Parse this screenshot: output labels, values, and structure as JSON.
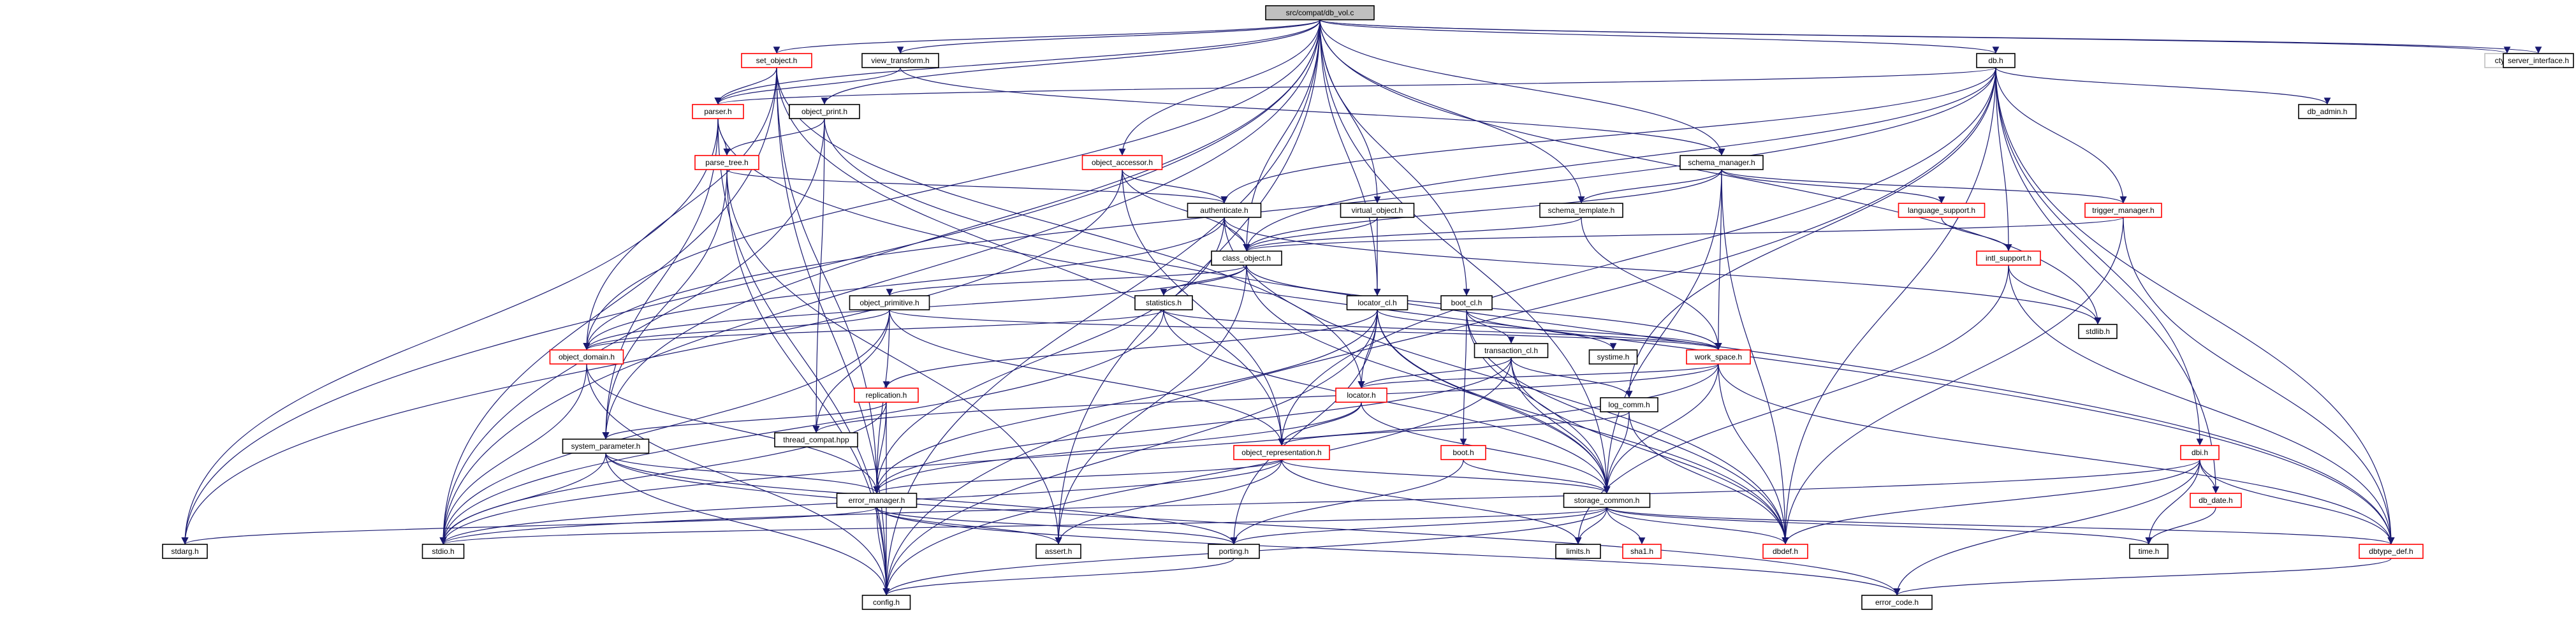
{
  "diagram": {
    "title": "src/compat/db_vol.c",
    "colors": {
      "edge": "#191970",
      "root_fill": "#bfbfbf",
      "root_stroke": "#000000",
      "node_fill": "#ffffff",
      "node_stroke_black": "#000000",
      "node_stroke_red": "#ff0000",
      "node_stroke_gray": "#bfbfbf",
      "text": "#000000"
    },
    "nodes": [
      {
        "id": "db_vol_c",
        "label": "src/compat/db_vol.c",
        "style": "root"
      },
      {
        "id": "set_object_h",
        "label": "set_object.h",
        "style": "red"
      },
      {
        "id": "view_transform_h",
        "label": "view_transform.h",
        "style": "black"
      },
      {
        "id": "db_h",
        "label": "db.h",
        "style": "black"
      },
      {
        "id": "ctype_h",
        "label": "ctype.h",
        "style": "gray"
      },
      {
        "id": "server_interface_h",
        "label": "server_interface.h",
        "style": "black"
      },
      {
        "id": "parser_h",
        "label": "parser.h",
        "style": "red"
      },
      {
        "id": "object_print_h",
        "label": "object_print.h",
        "style": "black"
      },
      {
        "id": "db_admin_h",
        "label": "db_admin.h",
        "style": "black"
      },
      {
        "id": "parse_tree_h",
        "label": "parse_tree.h",
        "style": "red"
      },
      {
        "id": "object_accessor_h",
        "label": "object_accessor.h",
        "style": "red"
      },
      {
        "id": "schema_manager_h",
        "label": "schema_manager.h",
        "style": "black"
      },
      {
        "id": "authenticate_h",
        "label": "authenticate.h",
        "style": "black"
      },
      {
        "id": "virtual_object_h",
        "label": "virtual_object.h",
        "style": "black"
      },
      {
        "id": "schema_template_h",
        "label": "schema_template.h",
        "style": "black"
      },
      {
        "id": "language_support_h",
        "label": "language_support.h",
        "style": "red"
      },
      {
        "id": "trigger_manager_h",
        "label": "trigger_manager.h",
        "style": "red"
      },
      {
        "id": "class_object_h",
        "label": "class_object.h",
        "style": "black"
      },
      {
        "id": "intl_support_h",
        "label": "intl_support.h",
        "style": "red"
      },
      {
        "id": "object_primitive_h",
        "label": "object_primitive.h",
        "style": "black"
      },
      {
        "id": "statistics_h",
        "label": "statistics.h",
        "style": "black"
      },
      {
        "id": "locator_cl_h",
        "label": "locator_cl.h",
        "style": "black"
      },
      {
        "id": "boot_cl_h",
        "label": "boot_cl.h",
        "style": "black"
      },
      {
        "id": "stdlib_h",
        "label": "stdlib.h",
        "style": "black"
      },
      {
        "id": "object_domain_h",
        "label": "object_domain.h",
        "style": "red"
      },
      {
        "id": "systime_h",
        "label": "systime.h",
        "style": "black"
      },
      {
        "id": "work_space_h",
        "label": "work_space.h",
        "style": "red"
      },
      {
        "id": "transaction_cl_h",
        "label": "transaction_cl.h",
        "style": "black"
      },
      {
        "id": "replication_h",
        "label": "replication.h",
        "style": "red"
      },
      {
        "id": "locator_h",
        "label": "locator.h",
        "style": "red"
      },
      {
        "id": "log_comm_h",
        "label": "log_comm.h",
        "style": "black"
      },
      {
        "id": "thread_compat_hpp",
        "label": "thread_compat.hpp",
        "style": "black"
      },
      {
        "id": "system_parameter_h",
        "label": "system_parameter.h",
        "style": "black"
      },
      {
        "id": "object_representation_h",
        "label": "object_representation.h",
        "style": "red"
      },
      {
        "id": "boot_h",
        "label": "boot.h",
        "style": "red"
      },
      {
        "id": "dbi_h",
        "label": "dbi.h",
        "style": "red"
      },
      {
        "id": "error_manager_h",
        "label": "error_manager.h",
        "style": "black"
      },
      {
        "id": "storage_common_h",
        "label": "storage_common.h",
        "style": "black"
      },
      {
        "id": "db_date_h",
        "label": "db_date.h",
        "style": "red"
      },
      {
        "id": "stdarg_h",
        "label": "stdarg.h",
        "style": "black"
      },
      {
        "id": "stdio_h",
        "label": "stdio.h",
        "style": "black"
      },
      {
        "id": "assert_h",
        "label": "assert.h",
        "style": "black"
      },
      {
        "id": "porting_h",
        "label": "porting.h",
        "style": "black"
      },
      {
        "id": "limits_h",
        "label": "limits.h",
        "style": "black"
      },
      {
        "id": "sha1_h",
        "label": "sha1.h",
        "style": "red"
      },
      {
        "id": "dbdef_h",
        "label": "dbdef.h",
        "style": "red"
      },
      {
        "id": "time_h",
        "label": "time.h",
        "style": "black"
      },
      {
        "id": "dbtype_def_h",
        "label": "dbtype_def.h",
        "style": "red"
      },
      {
        "id": "config_h",
        "label": "config.h",
        "style": "black"
      },
      {
        "id": "error_code_h",
        "label": "error_code.h",
        "style": "black"
      }
    ],
    "edges": [
      [
        "db_vol_c",
        "set_object_h"
      ],
      [
        "db_vol_c",
        "view_transform_h"
      ],
      [
        "db_vol_c",
        "db_h"
      ],
      [
        "db_vol_c",
        "ctype_h"
      ],
      [
        "db_vol_c",
        "server_interface_h"
      ],
      [
        "db_vol_c",
        "parser_h"
      ],
      [
        "db_vol_c",
        "object_print_h"
      ],
      [
        "db_vol_c",
        "object_accessor_h"
      ],
      [
        "db_vol_c",
        "schema_manager_h"
      ],
      [
        "db_vol_c",
        "virtual_object_h"
      ],
      [
        "db_vol_c",
        "schema_template_h"
      ],
      [
        "db_vol_c",
        "class_object_h"
      ],
      [
        "db_vol_c",
        "locator_cl_h"
      ],
      [
        "db_vol_c",
        "boot_cl_h"
      ],
      [
        "db_vol_c",
        "stdlib_h"
      ],
      [
        "db_vol_c",
        "object_domain_h"
      ],
      [
        "db_vol_c",
        "system_parameter_h"
      ],
      [
        "db_vol_c",
        "storage_common_h"
      ],
      [
        "db_vol_c",
        "stdarg_h"
      ],
      [
        "db_vol_c",
        "stdio_h"
      ],
      [
        "db_vol_c",
        "assert_h"
      ],
      [
        "db_vol_c",
        "config_h"
      ],
      [
        "set_object_h",
        "parser_h"
      ],
      [
        "set_object_h",
        "object_domain_h"
      ],
      [
        "set_object_h",
        "locator_h"
      ],
      [
        "set_object_h",
        "object_representation_h"
      ],
      [
        "set_object_h",
        "error_manager_h"
      ],
      [
        "set_object_h",
        "stdio_h"
      ],
      [
        "set_object_h",
        "config_h"
      ],
      [
        "view_transform_h",
        "parser_h"
      ],
      [
        "view_transform_h",
        "schema_manager_h"
      ],
      [
        "db_h",
        "parser_h"
      ],
      [
        "db_h",
        "db_admin_h"
      ],
      [
        "db_h",
        "object_domain_h"
      ],
      [
        "db_h",
        "authenticate_h"
      ],
      [
        "db_h",
        "class_object_h"
      ],
      [
        "db_h",
        "trigger_manager_h"
      ],
      [
        "db_h",
        "intl_support_h"
      ],
      [
        "db_h",
        "dbi_h"
      ],
      [
        "db_h",
        "log_comm_h"
      ],
      [
        "db_h",
        "dbtype_def_h"
      ],
      [
        "db_h",
        "db_date_h"
      ],
      [
        "db_h",
        "dbdef_h"
      ],
      [
        "db_h",
        "object_representation_h"
      ],
      [
        "db_h",
        "config_h"
      ],
      [
        "parser_h",
        "parse_tree_h"
      ],
      [
        "parser_h",
        "system_parameter_h"
      ],
      [
        "parser_h",
        "stdarg_h"
      ],
      [
        "parser_h",
        "dbtype_def_h"
      ],
      [
        "parser_h",
        "config_h"
      ],
      [
        "object_print_h",
        "parse_tree_h"
      ],
      [
        "object_print_h",
        "thread_compat_hpp"
      ],
      [
        "object_print_h",
        "stdio_h"
      ],
      [
        "object_print_h",
        "dbtype_def_h"
      ],
      [
        "parse_tree_h",
        "authenticate_h"
      ],
      [
        "parse_tree_h",
        "system_parameter_h"
      ],
      [
        "parse_tree_h",
        "assert_h"
      ],
      [
        "parse_tree_h",
        "config_h"
      ],
      [
        "object_accessor_h",
        "authenticate_h"
      ],
      [
        "object_accessor_h",
        "class_object_h"
      ],
      [
        "object_accessor_h",
        "object_representation_h"
      ],
      [
        "object_accessor_h",
        "stdarg_h"
      ],
      [
        "schema_manager_h",
        "schema_template_h"
      ],
      [
        "schema_manager_h",
        "class_object_h"
      ],
      [
        "schema_manager_h",
        "language_support_h"
      ],
      [
        "schema_manager_h",
        "trigger_manager_h"
      ],
      [
        "schema_manager_h",
        "work_space_h"
      ],
      [
        "schema_manager_h",
        "storage_common_h"
      ],
      [
        "schema_manager_h",
        "dbdef_h"
      ],
      [
        "authenticate_h",
        "class_object_h"
      ],
      [
        "authenticate_h",
        "object_domain_h"
      ],
      [
        "authenticate_h",
        "error_manager_h"
      ],
      [
        "authenticate_h",
        "stdlib_h"
      ],
      [
        "authenticate_h",
        "dbdef_h"
      ],
      [
        "virtual_object_h",
        "class_object_h"
      ],
      [
        "virtual_object_h",
        "locator_cl_h"
      ],
      [
        "schema_template_h",
        "class_object_h"
      ],
      [
        "schema_template_h",
        "work_space_h"
      ],
      [
        "language_support_h",
        "intl_support_h"
      ],
      [
        "trigger_manager_h",
        "class_object_h"
      ],
      [
        "trigger_manager_h",
        "dbtype_def_h"
      ],
      [
        "trigger_manager_h",
        "dbdef_h"
      ],
      [
        "intl_support_h",
        "stdlib_h"
      ],
      [
        "intl_support_h",
        "dbtype_def_h"
      ],
      [
        "intl_support_h",
        "limits_h"
      ],
      [
        "class_object_h",
        "object_primitive_h"
      ],
      [
        "class_object_h",
        "statistics_h"
      ],
      [
        "class_object_h",
        "object_domain_h"
      ],
      [
        "class_object_h",
        "work_space_h"
      ],
      [
        "class_object_h",
        "storage_common_h"
      ],
      [
        "class_object_h",
        "assert_h"
      ],
      [
        "object_primitive_h",
        "object_domain_h"
      ],
      [
        "object_primitive_h",
        "work_space_h"
      ],
      [
        "object_primitive_h",
        "thread_compat_hpp"
      ],
      [
        "object_primitive_h",
        "object_representation_h"
      ],
      [
        "object_primitive_h",
        "error_manager_h"
      ],
      [
        "object_primitive_h",
        "stdio_h"
      ],
      [
        "statistics_h",
        "object_domain_h"
      ],
      [
        "statistics_h",
        "work_space_h"
      ],
      [
        "statistics_h",
        "storage_common_h"
      ],
      [
        "statistics_h",
        "stdio_h"
      ],
      [
        "locator_cl_h",
        "work_space_h"
      ],
      [
        "locator_cl_h",
        "replication_h"
      ],
      [
        "locator_cl_h",
        "locator_h"
      ],
      [
        "locator_cl_h",
        "storage_common_h"
      ],
      [
        "locator_cl_h",
        "error_manager_h"
      ],
      [
        "locator_cl_h",
        "dbdef_h"
      ],
      [
        "locator_cl_h",
        "porting_h"
      ],
      [
        "locator_cl_h",
        "config_h"
      ],
      [
        "boot_cl_h",
        "transaction_cl_h"
      ],
      [
        "boot_cl_h",
        "systime_h"
      ],
      [
        "boot_cl_h",
        "boot_h"
      ],
      [
        "boot_cl_h",
        "storage_common_h"
      ],
      [
        "boot_cl_h",
        "dbdef_h"
      ],
      [
        "object_domain_h",
        "error_manager_h"
      ],
      [
        "object_domain_h",
        "stdio_h"
      ],
      [
        "object_domain_h",
        "config_h"
      ],
      [
        "work_space_h",
        "locator_h"
      ],
      [
        "work_space_h",
        "storage_common_h"
      ],
      [
        "work_space_h",
        "dbtype_def_h"
      ],
      [
        "work_space_h",
        "dbdef_h"
      ],
      [
        "work_space_h",
        "thread_compat_hpp"
      ],
      [
        "work_space_h",
        "stdio_h"
      ],
      [
        "transaction_cl_h",
        "locator_h"
      ],
      [
        "transaction_cl_h",
        "log_comm_h"
      ],
      [
        "transaction_cl_h",
        "storage_common_h"
      ],
      [
        "transaction_cl_h",
        "error_manager_h"
      ],
      [
        "transaction_cl_h",
        "dbdef_h"
      ],
      [
        "transaction_cl_h",
        "config_h"
      ],
      [
        "replication_h",
        "system_parameter_h"
      ],
      [
        "replication_h",
        "error_manager_h"
      ],
      [
        "replication_h",
        "stdio_h"
      ],
      [
        "replication_h",
        "config_h"
      ],
      [
        "locator_h",
        "object_representation_h"
      ],
      [
        "locator_h",
        "storage_common_h"
      ],
      [
        "locator_h",
        "error_manager_h"
      ],
      [
        "log_comm_h",
        "object_representation_h"
      ],
      [
        "log_comm_h",
        "storage_common_h"
      ],
      [
        "log_comm_h",
        "dbdef_h"
      ],
      [
        "system_parameter_h",
        "error_manager_h"
      ],
      [
        "system_parameter_h",
        "porting_h"
      ],
      [
        "system_parameter_h",
        "stdio_h"
      ],
      [
        "system_parameter_h",
        "config_h"
      ],
      [
        "system_parameter_h",
        "error_code_h"
      ],
      [
        "object_representation_h",
        "error_manager_h"
      ],
      [
        "object_representation_h",
        "storage_common_h"
      ],
      [
        "object_representation_h",
        "assert_h"
      ],
      [
        "object_representation_h",
        "limits_h"
      ],
      [
        "object_representation_h",
        "stdio_h"
      ],
      [
        "boot_h",
        "storage_common_h"
      ],
      [
        "boot_h",
        "porting_h"
      ],
      [
        "dbi_h",
        "db_date_h"
      ],
      [
        "dbi_h",
        "dbtype_def_h"
      ],
      [
        "dbi_h",
        "dbdef_h"
      ],
      [
        "dbi_h",
        "error_code_h"
      ],
      [
        "dbi_h",
        "time_h"
      ],
      [
        "dbi_h",
        "stdio_h"
      ],
      [
        "error_manager_h",
        "stdarg_h"
      ],
      [
        "error_manager_h",
        "assert_h"
      ],
      [
        "error_manager_h",
        "porting_h"
      ],
      [
        "error_manager_h",
        "config_h"
      ],
      [
        "error_manager_h",
        "error_code_h"
      ],
      [
        "storage_common_h",
        "porting_h"
      ],
      [
        "storage_common_h",
        "limits_h"
      ],
      [
        "storage_common_h",
        "sha1_h"
      ],
      [
        "storage_common_h",
        "dbdef_h"
      ],
      [
        "storage_common_h",
        "time_h"
      ],
      [
        "storage_common_h",
        "dbtype_def_h"
      ],
      [
        "storage_common_h",
        "stdio_h"
      ],
      [
        "storage_common_h",
        "config_h"
      ],
      [
        "db_date_h",
        "time_h"
      ],
      [
        "porting_h",
        "config_h"
      ],
      [
        "dbtype_def_h",
        "error_code_h"
      ]
    ]
  }
}
